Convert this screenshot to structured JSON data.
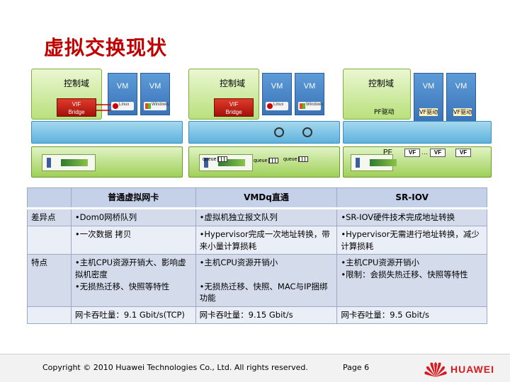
{
  "title": "虚拟交换现状",
  "diagrams": {
    "d1": {
      "control_domain": "控制域",
      "vm1": "VM",
      "vm2": "VM",
      "vif_bridge_line1": "VIF",
      "vif_bridge_line2": "Bridge",
      "logo_linux": "Linux",
      "logo_windows": "Windows"
    },
    "d2": {
      "control_domain": "控制域",
      "vm1": "VM",
      "vm2": "VM",
      "vif_bridge_line1": "VIF",
      "vif_bridge_line2": "Bridge",
      "queues": [
        "queue",
        "queue",
        "queue"
      ],
      "logo_linux": "Linux",
      "logo_windows": "Windows"
    },
    "d3": {
      "control_domain": "控制域",
      "vm1": "VM",
      "vm2": "VM",
      "pf_driver": "PF驱动",
      "vf_driver1": "VF驱动",
      "vf_driver2": "VF驱动",
      "pf": "PF",
      "vf_cells": [
        "VF",
        "VF",
        "VF"
      ],
      "ellipsis": "…"
    }
  },
  "table": {
    "headers": [
      "",
      "普通虚拟网卡",
      "VMDq直通",
      "SR-IOV"
    ],
    "rows": [
      [
        "差异点",
        "•Dom0网桥队列",
        "•虚拟机独立报文队列",
        "•SR-IOV硬件技术完成地址转换"
      ],
      [
        "",
        "•一次数据 拷贝",
        "•Hypervisor完成一次地址转换，带来小量计算损耗",
        "•Hypervisor无需进行地址转换，减少计算损耗"
      ],
      [
        "特点",
        "•主机CPU资源开销大、影响虚拟机密度\n•无损热迁移、快照等特性",
        "•主机CPU资源开销小\n\n•无损热迁移、快照、MAC与IP捆绑功能",
        "•主机CPU资源开销小\n•限制：会损失热迁移、快照等特性"
      ],
      [
        "",
        "网卡吞吐量：9.1 Gbit/s(TCP)",
        "网卡吞吐量：9.15 Gbit/s",
        "网卡吞吐量：9.5 Gbit/s"
      ]
    ]
  },
  "footer": {
    "copyright": "Copyright © 2010 Huawei Technologies Co., Ltd. All rights reserved.",
    "page": "Page 6",
    "brand": "HUAWEI"
  },
  "colors": {
    "title": "#c00000",
    "header_bg": "#c5d1e8",
    "row_dark": "#d4dcec",
    "row_light": "#eaeef7",
    "brand": "#d71920"
  }
}
